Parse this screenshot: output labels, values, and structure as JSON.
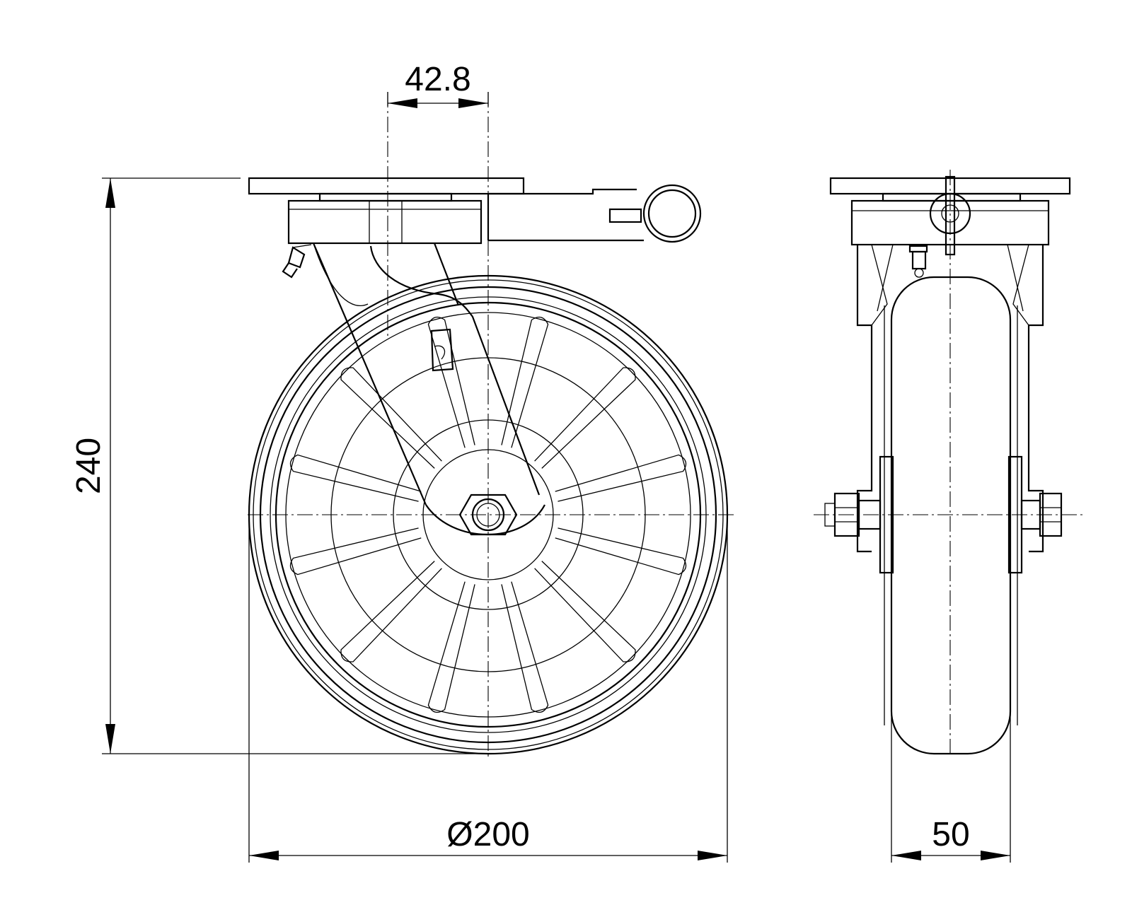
{
  "dimensions": {
    "offset": "42.8",
    "height": "240",
    "diameter": "Ø200",
    "width": "50"
  },
  "colors": {
    "line": "#000000",
    "background": "#ffffff"
  }
}
